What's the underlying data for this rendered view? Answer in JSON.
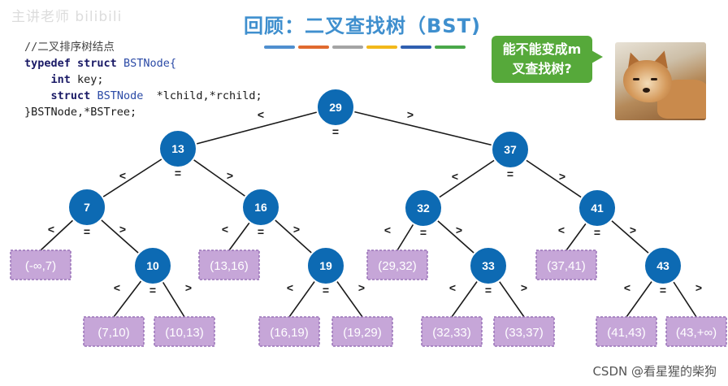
{
  "watermark": "主讲老师 bilibili",
  "title": "回顾：二叉查找树（BST)",
  "accent_bars": [
    "#4f8fcf",
    "#e06a2e",
    "#a4a4a4",
    "#f2b81a",
    "#2f5fb0",
    "#4aa84a"
  ],
  "code": {
    "comment": "//二叉排序树结点",
    "line1_kw": "typedef struct",
    "line1_name": "BSTNode{",
    "line2_type": "int",
    "line2_rest": "key;",
    "line3_kw": "struct",
    "line3_name": "BSTNode",
    "line3_rest": "*lchild,*rchild;",
    "line4": "}BSTNode,*BSTree;"
  },
  "bubble": {
    "line1": "能不能变成m",
    "line2": "叉查找树?"
  },
  "footer": "CSDN @看星猩的柴狗",
  "colors": {
    "node": "#0d6ab3",
    "node_border": "#ffffff",
    "leaf_fill": "#c6a6d8",
    "leaf_border": "#9a74b8",
    "leaf_text": "#ffffff",
    "edge": "#1a1a1a"
  },
  "tree": {
    "nodes": [
      {
        "id": "n29",
        "key": "29"
      },
      {
        "id": "n13",
        "key": "13"
      },
      {
        "id": "n37",
        "key": "37"
      },
      {
        "id": "n7",
        "key": "7"
      },
      {
        "id": "n16",
        "key": "16"
      },
      {
        "id": "n32",
        "key": "32"
      },
      {
        "id": "n41",
        "key": "41"
      },
      {
        "id": "n10",
        "key": "10"
      },
      {
        "id": "n19",
        "key": "19"
      },
      {
        "id": "n33",
        "key": "33"
      },
      {
        "id": "n43",
        "key": "43"
      }
    ],
    "intervals": [
      {
        "id": "i1",
        "label": "(-∞,7)"
      },
      {
        "id": "i2",
        "label": "(7,10)"
      },
      {
        "id": "i3",
        "label": "(10,13)"
      },
      {
        "id": "i4",
        "label": "(13,16)"
      },
      {
        "id": "i5",
        "label": "(16,19)"
      },
      {
        "id": "i6",
        "label": "(19,29)"
      },
      {
        "id": "i7",
        "label": "(29,32)"
      },
      {
        "id": "i8",
        "label": "(32,33)"
      },
      {
        "id": "i9",
        "label": "(33,37)"
      },
      {
        "id": "i10",
        "label": "(37,41)"
      },
      {
        "id": "i11",
        "label": "(41,43)"
      },
      {
        "id": "i12",
        "label": "(43,+∞)"
      }
    ],
    "edges": [
      {
        "from": "n29",
        "to": "n13"
      },
      {
        "from": "n29",
        "to": "n37"
      },
      {
        "from": "n13",
        "to": "n7"
      },
      {
        "from": "n13",
        "to": "n16"
      },
      {
        "from": "n37",
        "to": "n32"
      },
      {
        "from": "n37",
        "to": "n41"
      },
      {
        "from": "n7",
        "to": "i1"
      },
      {
        "from": "n7",
        "to": "n10"
      },
      {
        "from": "n10",
        "to": "i2"
      },
      {
        "from": "n10",
        "to": "i3"
      },
      {
        "from": "n16",
        "to": "i4"
      },
      {
        "from": "n16",
        "to": "n19"
      },
      {
        "from": "n19",
        "to": "i5"
      },
      {
        "from": "n19",
        "to": "i6"
      },
      {
        "from": "n32",
        "to": "i7"
      },
      {
        "from": "n32",
        "to": "n33"
      },
      {
        "from": "n33",
        "to": "i8"
      },
      {
        "from": "n33",
        "to": "i9"
      },
      {
        "from": "n41",
        "to": "i10"
      },
      {
        "from": "n41",
        "to": "n43"
      },
      {
        "from": "n43",
        "to": "i11"
      },
      {
        "from": "n43",
        "to": "i12"
      }
    ],
    "symbols": {
      "lt": "<",
      "eq": "=",
      "gt": ">"
    }
  }
}
